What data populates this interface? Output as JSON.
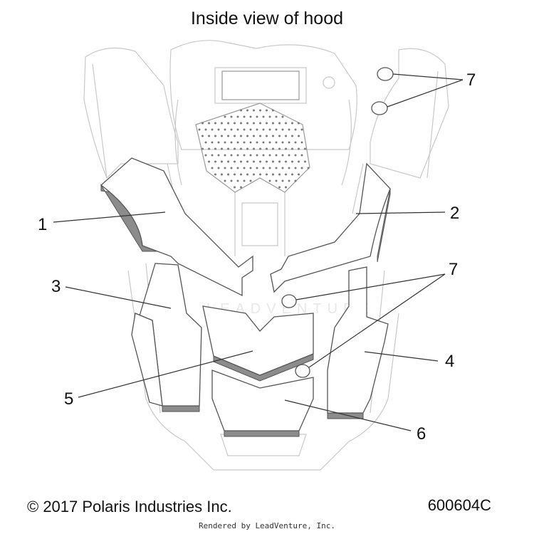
{
  "diagram": {
    "title": "Inside view of hood",
    "watermark": "LEADVENTURE",
    "callouts": [
      {
        "id": "callout-1",
        "label": "1"
      },
      {
        "id": "callout-2",
        "label": "2"
      },
      {
        "id": "callout-3",
        "label": "3"
      },
      {
        "id": "callout-4",
        "label": "4"
      },
      {
        "id": "callout-5",
        "label": "5"
      },
      {
        "id": "callout-6",
        "label": "6"
      },
      {
        "id": "callout-7a",
        "label": "7"
      },
      {
        "id": "callout-7b",
        "label": "7"
      }
    ]
  },
  "footer": {
    "copyright": "© 2017 Polaris Industries Inc.",
    "part_code": "600604C",
    "credit": "Rendered by LeadVenture, Inc."
  }
}
